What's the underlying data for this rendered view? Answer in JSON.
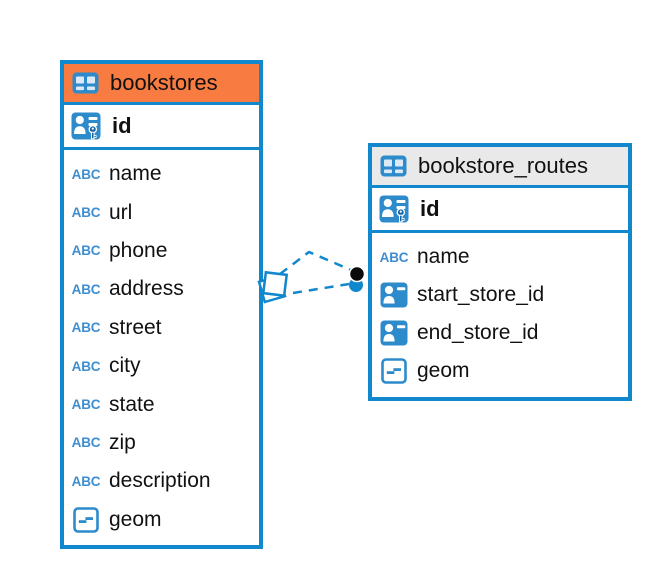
{
  "colors": {
    "accent_blue": "#1187ce",
    "icon_blue": "#2e8bcb",
    "header_orange": "#f87c41",
    "header_gray": "#e9e9e9",
    "text": "#111111",
    "abc_blue": "#3e8ed0"
  },
  "icons": {
    "text_type_label": "ABC"
  },
  "tables": [
    {
      "name": "bookstores",
      "header_style": "orange",
      "primary_key": {
        "name": "id",
        "type": "primary-key"
      },
      "columns": [
        {
          "name": "name",
          "type": "text"
        },
        {
          "name": "url",
          "type": "text"
        },
        {
          "name": "phone",
          "type": "text"
        },
        {
          "name": "address",
          "type": "text"
        },
        {
          "name": "street",
          "type": "text"
        },
        {
          "name": "city",
          "type": "text"
        },
        {
          "name": "state",
          "type": "text"
        },
        {
          "name": "zip",
          "type": "text"
        },
        {
          "name": "description",
          "type": "text"
        },
        {
          "name": "geom",
          "type": "geometry"
        }
      ]
    },
    {
      "name": "bookstore_routes",
      "header_style": "gray",
      "primary_key": {
        "name": "id",
        "type": "primary-key"
      },
      "columns": [
        {
          "name": "name",
          "type": "text"
        },
        {
          "name": "start_store_id",
          "type": "reference"
        },
        {
          "name": "end_store_id",
          "type": "reference"
        },
        {
          "name": "geom",
          "type": "geometry"
        }
      ]
    }
  ],
  "relationships": [
    {
      "from": "bookstore_routes.start_store_id",
      "to": "bookstores.id",
      "style": "dashed"
    },
    {
      "from": "bookstore_routes.end_store_id",
      "to": "bookstores.id",
      "style": "dashed"
    }
  ]
}
